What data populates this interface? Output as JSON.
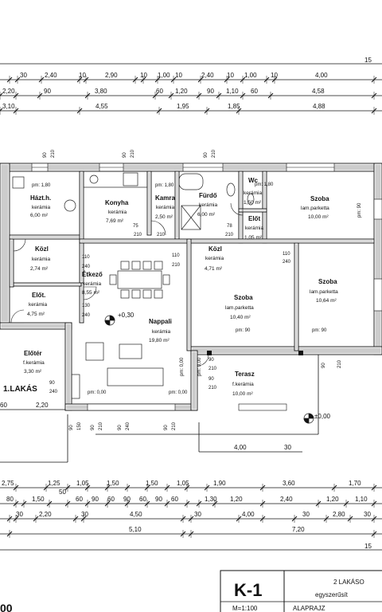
{
  "dims": {
    "top1": [
      "30",
      "2,40",
      "10",
      "2,90",
      "10",
      "1,00",
      "10",
      "2,40",
      "10",
      "1,00",
      "10",
      "4,00",
      "15"
    ],
    "top2": [
      "2,20",
      "90",
      "3,80",
      "60",
      "1,20",
      "90",
      "1,10",
      "60",
      "4,58"
    ],
    "top3": [
      "3,10",
      "4,55",
      "1,95",
      "1,85",
      "4,88"
    ],
    "bottom1": [
      "2,75",
      "1,25",
      "1,05",
      "1,50",
      "1,50",
      "1,05",
      "1,90",
      "3,60",
      "1,70"
    ],
    "bottom2": [
      "80",
      "1,50",
      "50",
      "60",
      "90",
      "60",
      "90",
      "60",
      "90",
      "60",
      "1,30",
      "1,20",
      "2,40",
      "1,20",
      "1,10"
    ],
    "bottom3": [
      "30",
      "2,20",
      "30",
      "4,50",
      "30",
      "4,00",
      "30",
      "2,80",
      "30"
    ],
    "bottom4": [
      "5,10",
      "7,20"
    ],
    "bottom5": [
      "15"
    ],
    "left_stub": [
      "60",
      "2,20"
    ],
    "terrace_dims": [
      "4,00",
      "30"
    ]
  },
  "rooms": [
    {
      "name": "Házt.h.",
      "floor": "kerámia",
      "area": "6,00 m²",
      "pm": "pm: 1,80"
    },
    {
      "name": "Konyha",
      "floor": "kerámia",
      "area": "7,69 m²"
    },
    {
      "name": "Kamra",
      "floor": "kerámia",
      "area": "2,50 m²",
      "pm": "pm: 1,80"
    },
    {
      "name": "Fürdő",
      "floor": "kerámia",
      "area": "6,00 m²"
    },
    {
      "name": "Wc",
      "floor": "kerámia",
      "area": "1,50 m²",
      "pm": "pm: 1,80"
    },
    {
      "name": "Előt",
      "floor": "kerámia",
      "area": "1,05 m²"
    },
    {
      "name": "Szoba",
      "floor": "lam.parketta",
      "area": "10,00 m²",
      "pm": "pm: 90"
    },
    {
      "name": "Közl",
      "floor": "kerámia",
      "area": "2,74 m²"
    },
    {
      "name": "Étkező",
      "floor": "kerámia",
      "area": "8,55 m²"
    },
    {
      "name": "Közl",
      "floor": "kerámia",
      "area": "4,71 m²"
    },
    {
      "name": "Szoba",
      "floor": "lam.parketta",
      "area": "10,64 m²",
      "pm": "pm: 90"
    },
    {
      "name": "Előt.",
      "floor": "kerámia",
      "area": "4,75 m²"
    },
    {
      "name": "Nappali",
      "floor": "kerámia",
      "area": "19,80 m²",
      "pm": "pm: 0,00"
    },
    {
      "name": "Szoba",
      "floor": "lam.parketta",
      "area": "10,40 m²",
      "pm": "pm: 90"
    },
    {
      "name": "Előtér",
      "floor": "f.kerámia",
      "area": "3,30 m²"
    },
    {
      "name": "Terasz",
      "floor": "f.kerámia",
      "area": "10,00 m²",
      "pm": "pm: 0,00"
    }
  ],
  "door_labels": [
    "75",
    "210",
    "78",
    "210",
    "210",
    "110",
    "240",
    "110",
    "210",
    "110",
    "240",
    "90",
    "210",
    "210",
    "90",
    "210",
    "130",
    "240",
    "90",
    "210",
    "90",
    "240",
    "90",
    "210",
    "90",
    "210",
    "90",
    "210",
    "90",
    "210",
    "90",
    "210",
    "90",
    "210",
    "90",
    "150",
    "210",
    "150",
    "90",
    "210",
    "90",
    "240",
    "90",
    "240",
    "90",
    "210",
    "90",
    "150"
  ],
  "levels": {
    "inside": "+0,30",
    "outside": "±0,00",
    "pm_zero": "pm: 0,00",
    "pm90": "pm: 90"
  },
  "unit_label": "1.LAKÁS",
  "title_block": {
    "code": "K-1",
    "scale": "M=1:100",
    "line1": "2 LAKÁSO",
    "line2": "egyszerűsít",
    "line3": "ALAPRAJZ"
  },
  "corner_fragment": "00"
}
